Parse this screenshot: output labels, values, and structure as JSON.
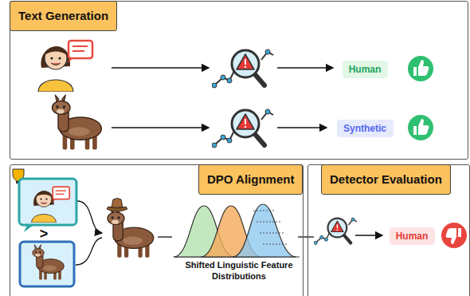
{
  "diagram": {
    "nodes": [
      {
        "text": [
          "Text Generation"
        ]
      },
      {
        "text": [
          "Human"
        ],
        "in": 0
      },
      {
        "text": [
          "Synthetic"
        ],
        "in": 0
      },
      {
        "text": [
          "DPO Alignment"
        ]
      },
      {
        "text": [
          "Detector Evaluation"
        ]
      },
      {
        "text": [
          "Human"
        ],
        "in": 4
      }
    ],
    "labels": [
      ">",
      "Shifted Linguistic Feature Distributions"
    ]
  }
}
